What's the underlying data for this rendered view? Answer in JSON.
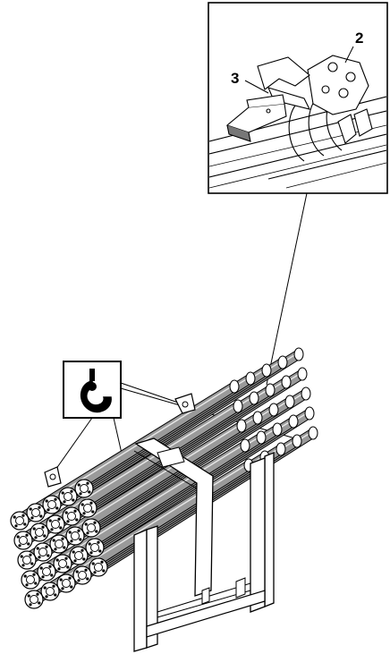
{
  "diagram": {
    "callouts": [
      {
        "id": "2",
        "label": "2"
      },
      {
        "id": "3",
        "label": "3"
      }
    ],
    "lifting_symbol": {
      "icon": "crane-hook-icon"
    },
    "detail_view": {
      "icon": "magnified-detail-view"
    },
    "bundle": {
      "icon": "bundled-props-on-pallet"
    },
    "colors": {
      "line": "#000000",
      "background": "#ffffff",
      "tube": "#9a9a9a"
    }
  }
}
